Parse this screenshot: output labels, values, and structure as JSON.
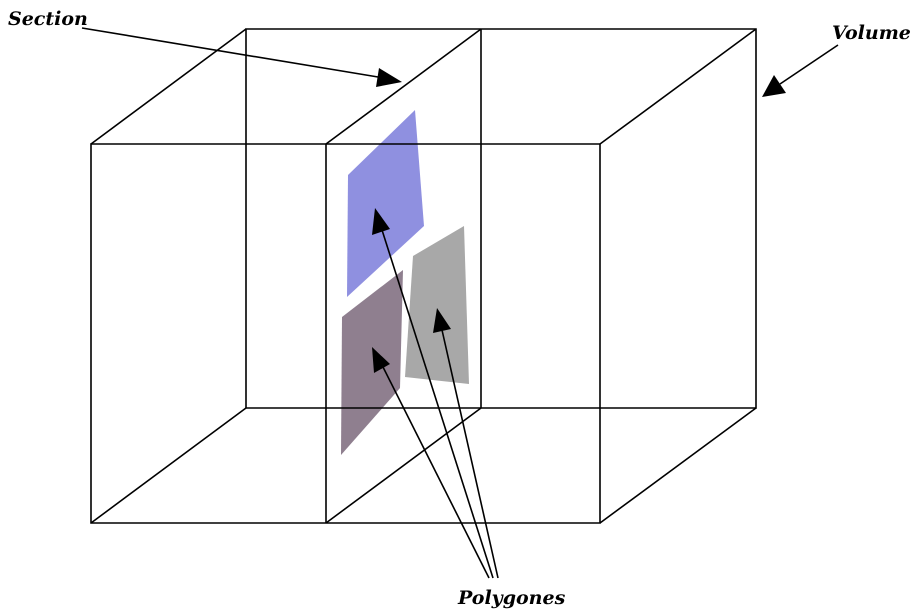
{
  "labels": {
    "section": "Section",
    "volume": "Volume",
    "polygones": "Polygones"
  },
  "colors": {
    "edges": "#000000",
    "background": "#ffffff",
    "polygon_blue": "#8f90e0",
    "polygon_mauve": "#8f7f8f",
    "polygon_gray": "#a8a8a8"
  }
}
